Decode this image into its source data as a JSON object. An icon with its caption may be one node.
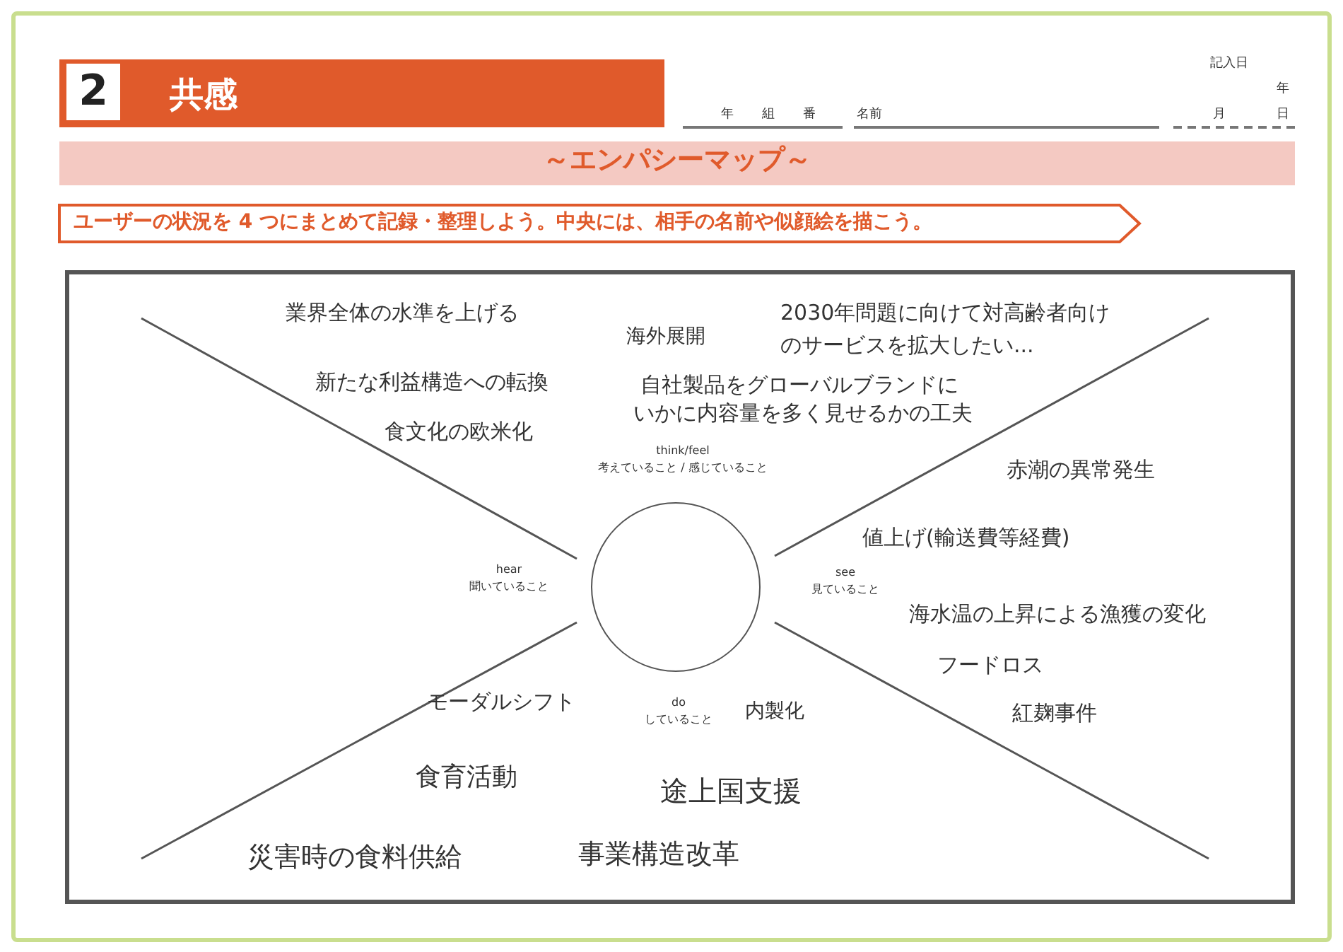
{
  "diagram": {
    "title": "共感",
    "nodes": [
      {
        "text": [],
        "shape": "circle"
      }
    ],
    "labels": [
      "2",
      "年",
      "組",
      "番",
      "名前",
      "記入日",
      "年",
      "月",
      "日",
      "～エンパシーマップ～",
      "ユーザーの状況を 4 つにまとめて記録・整理しよう。中央には、相手の名前や似顔絵を描こう。",
      "業界全体の水準を上げる",
      "海外展開",
      "2030年問題に向けて対高齢者向けのサービスを拡大したい...",
      "新たな利益構造への転換",
      "自社製品をグローバルブランドに",
      "食文化の欧米化",
      "いかに内容量を多く見せるかの工夫",
      "think/feel",
      "考えていること / 感じていること",
      "赤潮の異常発生",
      "値上げ(輸送費等経費)",
      "hear",
      "聞いていること",
      "see",
      "見ていること",
      "海水温の上昇による漁獲の変化",
      "フードロス",
      "モーダルシフト",
      "do",
      "していること",
      "内製化",
      "紅麹事件",
      "食育活動",
      "途上国支援",
      "災害時の食料供給",
      "事業構造改革"
    ]
  }
}
